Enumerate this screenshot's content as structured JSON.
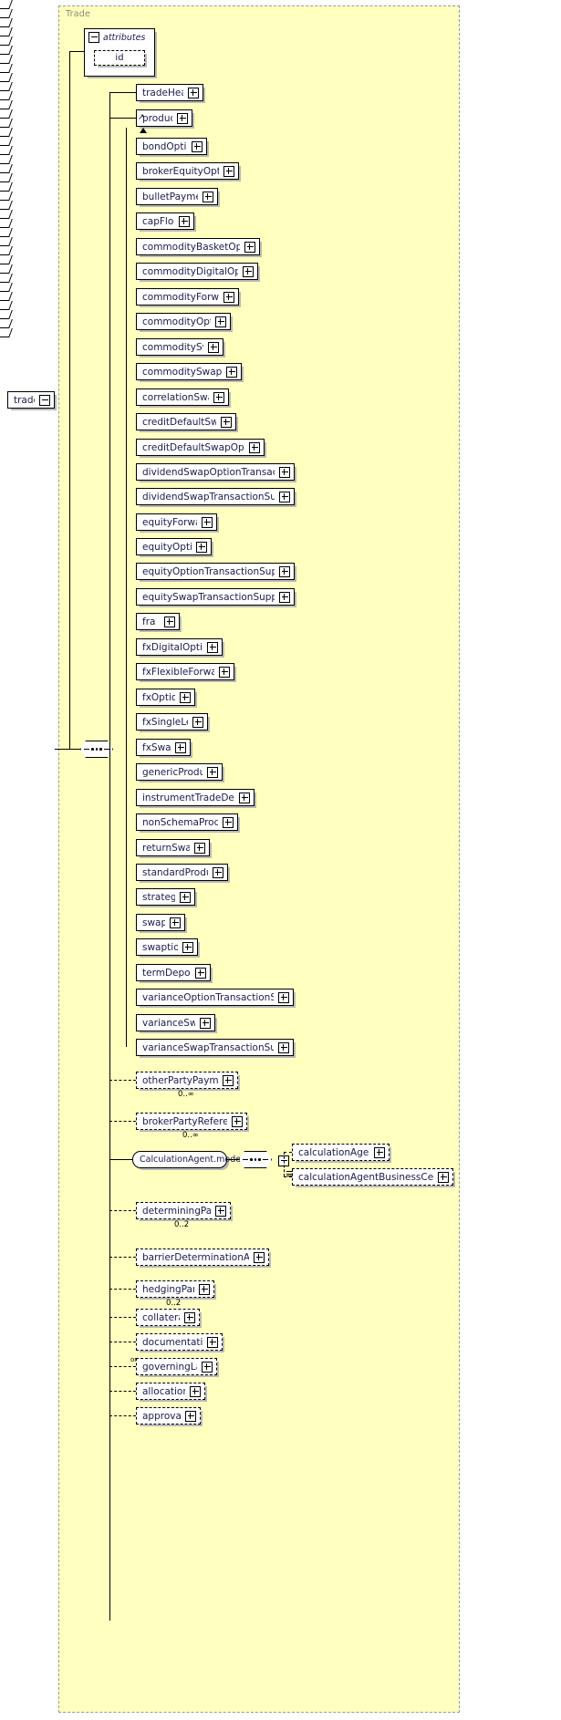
{
  "diagram": {
    "type": "xsd-schema-tree",
    "root": {
      "label": "trade",
      "toggle": "minus"
    },
    "group": {
      "label": "Trade"
    },
    "attributes": {
      "header_label": "attributes",
      "toggle": "minus",
      "items": [
        {
          "label": "id",
          "optional": true
        }
      ]
    },
    "sequence_connector": {
      "name": "sequence-connector"
    },
    "children": [
      {
        "label": "tradeHeader",
        "toggle": "plus",
        "optional": false,
        "width": 74
      },
      {
        "label": "product",
        "toggle": "plus",
        "optional": false,
        "width": 62,
        "substitution_head": true
      },
      {
        "label": "bondOption",
        "toggle": "plus",
        "optional": false,
        "width": 78,
        "substitution": true
      },
      {
        "label": "brokerEquityOption",
        "toggle": "plus",
        "optional": false,
        "width": 113,
        "substitution": true
      },
      {
        "label": "bulletPayment",
        "toggle": "plus",
        "optional": false,
        "width": 90,
        "substitution": true
      },
      {
        "label": "capFloor",
        "toggle": "plus",
        "optional": false,
        "width": 64,
        "substitution": true
      },
      {
        "label": "commodityBasketOption",
        "toggle": "plus",
        "optional": false,
        "width": 136,
        "substitution": true
      },
      {
        "label": "commodityDigitalOption",
        "toggle": "plus",
        "optional": false,
        "width": 134,
        "substitution": true
      },
      {
        "label": "commodityForward",
        "toggle": "plus",
        "optional": false,
        "width": 113,
        "substitution": true
      },
      {
        "label": "commodityOption",
        "toggle": "plus",
        "optional": false,
        "width": 104,
        "substitution": true
      },
      {
        "label": "commoditySwap",
        "toggle": "plus",
        "optional": false,
        "width": 96,
        "substitution": true
      },
      {
        "label": "commoditySwaption",
        "toggle": "plus",
        "optional": false,
        "width": 116,
        "substitution": true
      },
      {
        "label": "correlationSwap",
        "toggle": "plus",
        "optional": false,
        "width": 102,
        "substitution": true
      },
      {
        "label": "creditDefaultSwap",
        "toggle": "plus",
        "optional": false,
        "width": 110,
        "substitution": true
      },
      {
        "label": "creditDefaultSwapOption",
        "toggle": "plus",
        "optional": false,
        "width": 141,
        "substitution": true
      },
      {
        "label": "dividendSwapOptionTransactio...",
        "toggle": "plus",
        "optional": false,
        "width": 174,
        "substitution": true
      },
      {
        "label": "dividendSwapTransactionSuppl...",
        "toggle": "plus",
        "optional": false,
        "width": 174,
        "substitution": true
      },
      {
        "label": "equityForward",
        "toggle": "plus",
        "optional": false,
        "width": 89,
        "substitution": true
      },
      {
        "label": "equityOption",
        "toggle": "plus",
        "optional": false,
        "width": 83,
        "substitution": true
      },
      {
        "label": "equityOptionTransactionSupple...",
        "toggle": "plus",
        "optional": false,
        "width": 174,
        "substitution": true
      },
      {
        "label": "equitySwapTransactionSupple...",
        "toggle": "plus",
        "optional": false,
        "width": 174,
        "substitution": true
      },
      {
        "label": "fra",
        "toggle": "plus",
        "optional": false,
        "width": 48,
        "substitution": true
      },
      {
        "label": "fxDigitalOption",
        "toggle": "plus",
        "optional": false,
        "width": 95,
        "substitution": true
      },
      {
        "label": "fxFlexibleForward",
        "toggle": "plus",
        "optional": false,
        "width": 108,
        "substitution": true
      },
      {
        "label": "fxOption",
        "toggle": "plus",
        "optional": false,
        "width": 65,
        "substitution": true
      },
      {
        "label": "fxSingleLeg",
        "toggle": "plus",
        "optional": false,
        "width": 79,
        "substitution": true
      },
      {
        "label": "fxSwap",
        "toggle": "plus",
        "optional": false,
        "width": 60,
        "substitution": true
      },
      {
        "label": "genericProduct",
        "toggle": "plus",
        "optional": false,
        "width": 95,
        "substitution": true
      },
      {
        "label": "instrumentTradeDetails",
        "toggle": "plus",
        "optional": false,
        "width": 130,
        "substitution": true
      },
      {
        "label": "nonSchemaProduct",
        "toggle": "plus",
        "optional": false,
        "width": 112,
        "substitution": true
      },
      {
        "label": "returnSwap",
        "toggle": "plus",
        "optional": false,
        "width": 81,
        "substitution": true
      },
      {
        "label": "standardProduct",
        "toggle": "plus",
        "optional": false,
        "width": 101,
        "substitution": true
      },
      {
        "label": "strategy",
        "toggle": "plus",
        "optional": false,
        "width": 65,
        "substitution": true
      },
      {
        "label": "swap",
        "toggle": "plus",
        "optional": false,
        "width": 54,
        "substitution": true
      },
      {
        "label": "swaption",
        "toggle": "plus",
        "optional": false,
        "width": 68,
        "substitution": true
      },
      {
        "label": "termDeposit",
        "toggle": "plus",
        "optional": false,
        "width": 82,
        "substitution": true
      },
      {
        "label": "varianceOptionTransactionSup...",
        "toggle": "plus",
        "optional": false,
        "width": 173,
        "substitution": true
      },
      {
        "label": "varianceSwap",
        "toggle": "plus",
        "optional": false,
        "width": 87,
        "substitution": true
      },
      {
        "label": "varianceSwapTransactionSuppl...",
        "toggle": "plus",
        "optional": false,
        "width": 173,
        "substitution": true
      }
    ],
    "optional_children": [
      {
        "label": "otherPartyPayment",
        "toggle": "plus",
        "width": 112,
        "cardinality": "0..∞"
      },
      {
        "label": "brokerPartyReference",
        "toggle": "plus",
        "width": 122,
        "cardinality": "0..∞"
      },
      {
        "label": "determiningParty",
        "toggle": "plus",
        "width": 104,
        "cardinality": "0..2"
      },
      {
        "label": "barrierDeterminationAgent",
        "toggle": "plus",
        "width": 146,
        "cardinality": ""
      },
      {
        "label": "hedgingParty",
        "toggle": "plus",
        "width": 86,
        "cardinality": "0..2"
      },
      {
        "label": "collateral",
        "toggle": "plus",
        "width": 70,
        "cardinality": ""
      },
      {
        "label": "documentation",
        "toggle": "plus",
        "width": 95,
        "cardinality": ""
      },
      {
        "label": "governingLaw",
        "toggle": "plus",
        "width": 89,
        "cardinality": "",
        "substitution": true
      },
      {
        "label": "allocations",
        "toggle": "plus",
        "width": 76,
        "cardinality": ""
      },
      {
        "label": "approvals",
        "toggle": "plus",
        "width": 71,
        "cardinality": ""
      }
    ],
    "calculation_agent_model": {
      "label": "CalculationAgent.model",
      "toggle": "minus",
      "sequence_toggle": "minus",
      "children": [
        {
          "label": "calculationAgent",
          "toggle": "plus",
          "width": 107,
          "optional": true
        },
        {
          "label": "calculationAgentBusinessCenter",
          "toggle": "plus",
          "width": 177,
          "optional": true,
          "substitution": true,
          "list_glyph": true
        }
      ]
    },
    "colors": {
      "group_background": "#ffffbf",
      "node_fill": "#ffffff",
      "border": "#000000",
      "label_text": "#1b1b4f",
      "group_label_text": "#8a8a7a",
      "shadow": "#b9b9b9"
    }
  }
}
